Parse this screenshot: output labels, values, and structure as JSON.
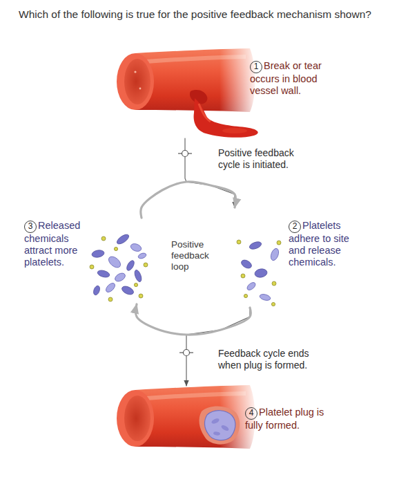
{
  "diagram": {
    "title": "Which of the following is true for the positive feedback mechanism shown?",
    "nodes": [
      {
        "text": [
          "1",
          "Break or tear occurs in blood vessel wall."
        ]
      },
      {
        "text": [
          "2",
          "Platelets adhere to site and release chemicals."
        ]
      },
      {
        "text": [
          "3",
          "Released chemicals attract more platelets."
        ]
      },
      {
        "text": [
          "4",
          "Platelet plug is fully formed."
        ]
      }
    ],
    "edges": [
      {
        "from": 0,
        "to": 1,
        "arrow": "to",
        "label": "Positive feedback cycle is initiated."
      },
      {
        "from": 1,
        "to": 2,
        "arrow": "to"
      },
      {
        "from": 2,
        "to": 1,
        "arrow": "to"
      },
      {
        "from": 1,
        "to": 3,
        "arrow": "to",
        "label": "Feedback cycle ends when plug is formed."
      }
    ],
    "labels": [
      "Positive feedback loop"
    ]
  }
}
